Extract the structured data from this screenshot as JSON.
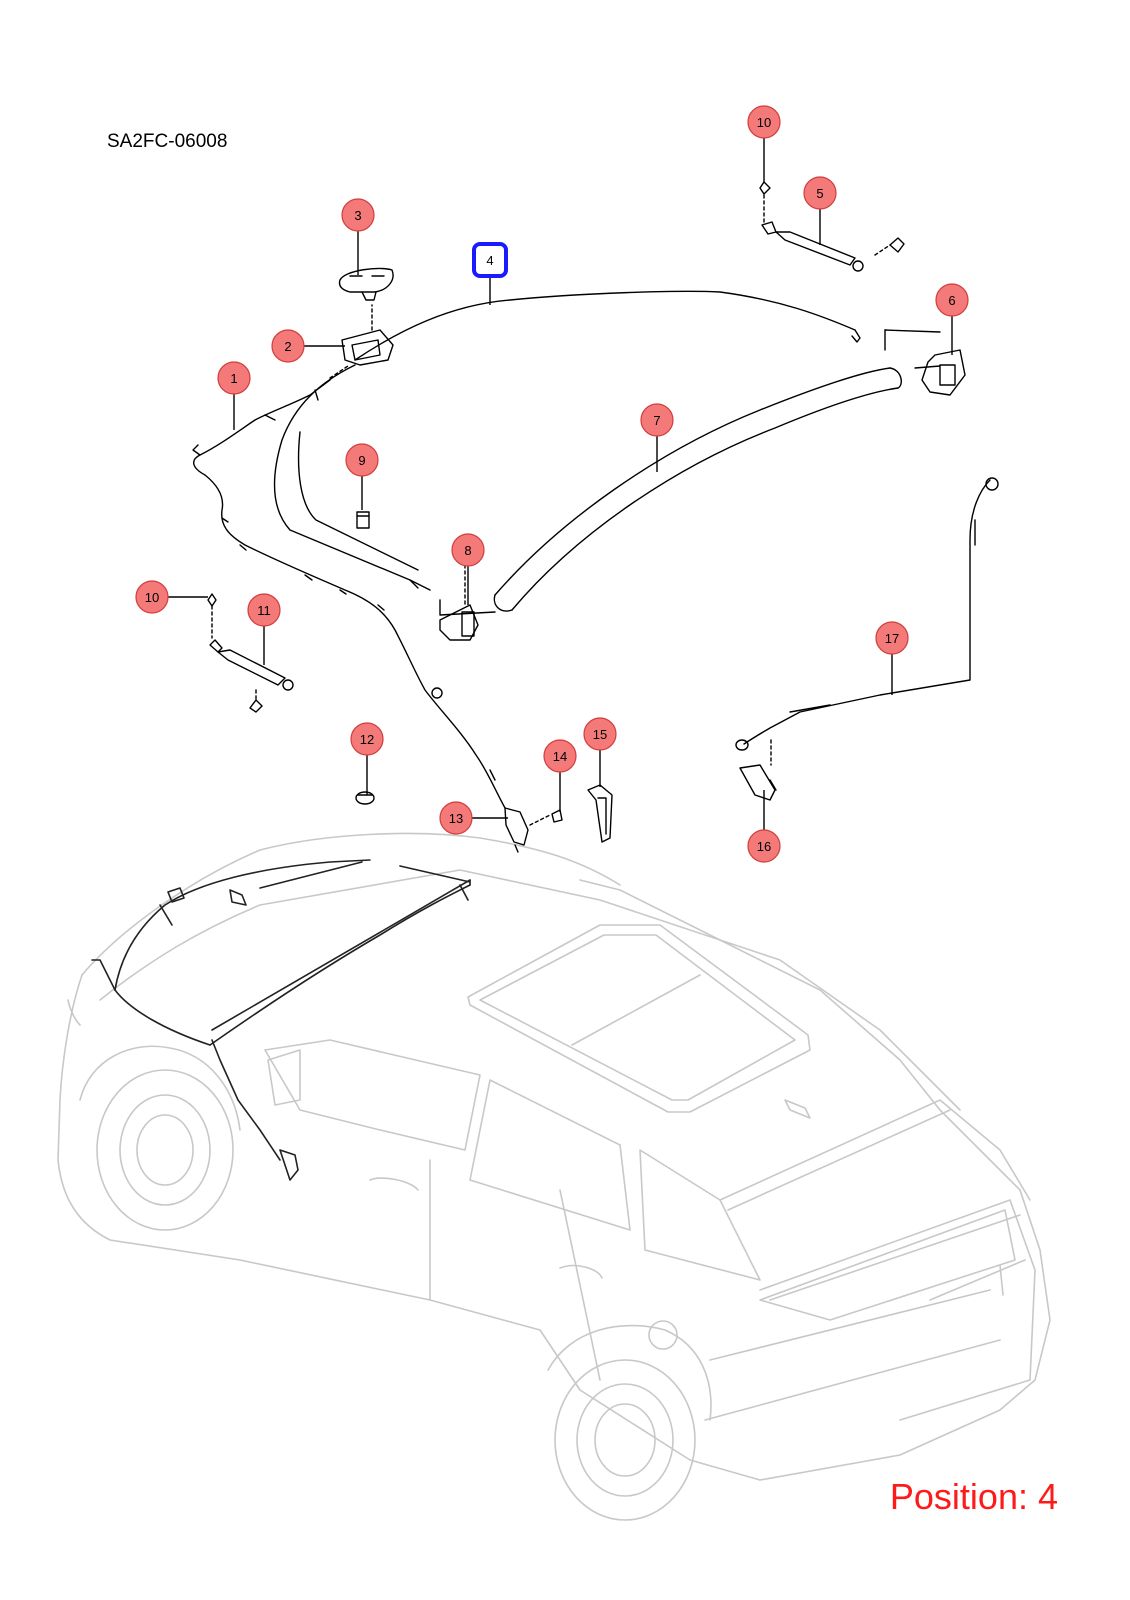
{
  "diagram": {
    "code": "SA2FC-06008",
    "position_label": "Position: 4",
    "selected_callout": "4",
    "colors": {
      "callout_fill": "#f47a7a",
      "callout_stroke": "#d23c3c",
      "selected_fill": "#ffffff",
      "selected_stroke": "#1a1aff",
      "position_text": "#ff1a1a",
      "line": "#000000",
      "car_outline": "#c8c8c8"
    },
    "callouts": [
      {
        "id": "c1",
        "label": "1"
      },
      {
        "id": "c2",
        "label": "2"
      },
      {
        "id": "c3",
        "label": "3"
      },
      {
        "id": "c4",
        "label": "4"
      },
      {
        "id": "c5",
        "label": "5"
      },
      {
        "id": "c6",
        "label": "6"
      },
      {
        "id": "c7",
        "label": "7"
      },
      {
        "id": "c8",
        "label": "8"
      },
      {
        "id": "c9",
        "label": "9"
      },
      {
        "id": "c10a",
        "label": "10"
      },
      {
        "id": "c10b",
        "label": "10"
      },
      {
        "id": "c11",
        "label": "11"
      },
      {
        "id": "c12",
        "label": "12"
      },
      {
        "id": "c13",
        "label": "13"
      },
      {
        "id": "c14",
        "label": "14"
      },
      {
        "id": "c15",
        "label": "15"
      },
      {
        "id": "c16",
        "label": "16"
      },
      {
        "id": "c17",
        "label": "17"
      }
    ]
  }
}
